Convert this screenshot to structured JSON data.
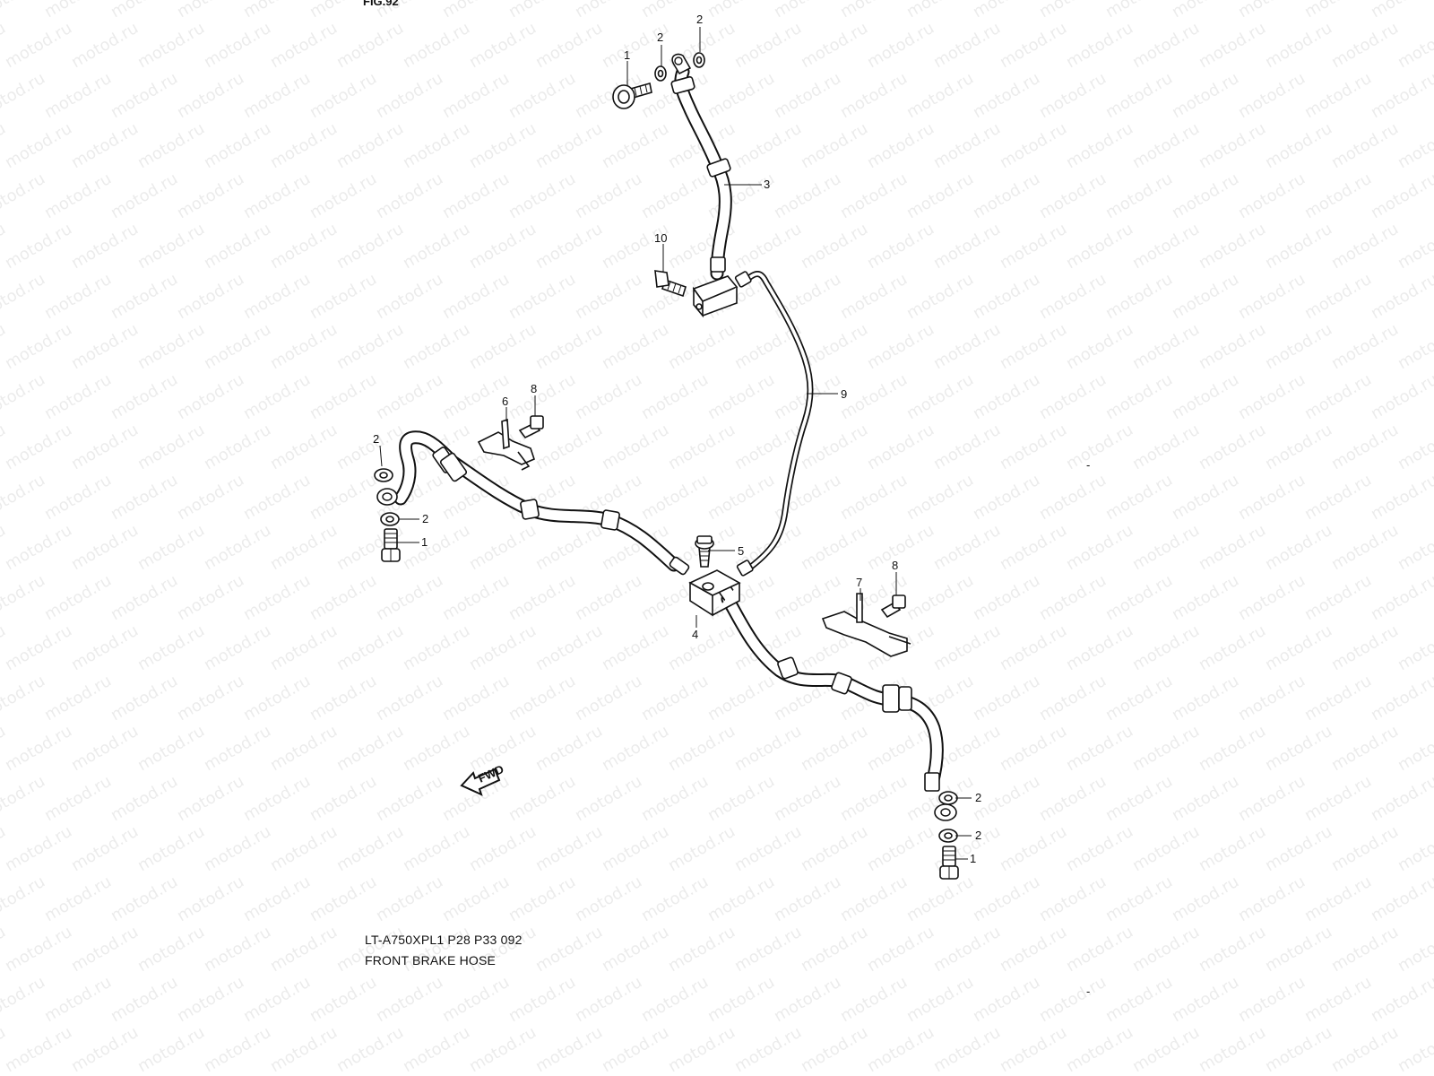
{
  "figure": {
    "header_text": "FIG.92",
    "watermark_text": "motod.ru",
    "model_code": "LT-A750XPL1 P28 P33  092",
    "caption": "FRONT BRAKE HOSE",
    "fwd_label": "FWD",
    "stray_marks": [
      "-",
      "-"
    ]
  },
  "parts": [
    {
      "number": "1",
      "name": "bolt"
    },
    {
      "number": "2",
      "name": "washer"
    },
    {
      "number": "3",
      "name": "brake-hose-upper"
    },
    {
      "number": "4",
      "name": "joint-block"
    },
    {
      "number": "5",
      "name": "joint-bolt"
    },
    {
      "number": "6",
      "name": "clamp-left"
    },
    {
      "number": "7",
      "name": "clamp-right"
    },
    {
      "number": "8",
      "name": "clamp-bolt"
    },
    {
      "number": "9",
      "name": "brake-pipe"
    },
    {
      "number": "10",
      "name": "bracket-bolt"
    }
  ],
  "colors": {
    "line": "#111111",
    "background": "#ffffff"
  }
}
